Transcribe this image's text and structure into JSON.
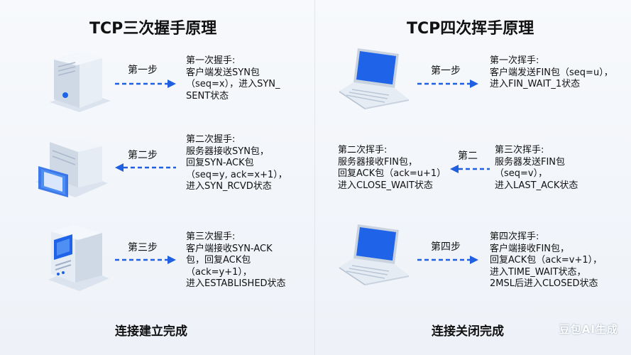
{
  "left": {
    "title": "TCP三次握手原理",
    "steps": [
      {
        "label": "第一步",
        "lines": [
          "第一次握手:",
          "客户端发送SYN包",
          "（seq=x），进入SYN_",
          "SENT状态"
        ]
      },
      {
        "label": "第二步",
        "lines": [
          "第二次握手:",
          "服务器接收SYN包，",
          "回复SYN-ACK包",
          "（seq=y, ack=x+1），",
          "进入SYN_RCVD状态"
        ]
      },
      {
        "label": "第三步",
        "lines": [
          "第三次握手:",
          "客户端接收SYN-ACK",
          "包，回复ACK包",
          "（ack=y+1），",
          "进入ESTABLISHED状态"
        ]
      }
    ],
    "footer": "连接建立完成",
    "icons": [
      "server-tower-icon",
      "server-rack-icon",
      "server-monitor-icon"
    ]
  },
  "right": {
    "title": "TCP四次挥手原理",
    "steps": [
      {
        "label": "第一步",
        "lines": [
          "第一次挥手:",
          "客户端发送FIN包（seq=u），",
          "进入FIN_WAIT_1状态"
        ]
      },
      {
        "label": "第二",
        "lines": [
          "第三次挥手:",
          "服务器发送FIN包",
          "（seq=v），",
          "进入LAST_ACK状态"
        ],
        "left_lines": [
          "第二次挥手:",
          "服务器接收FIN包，",
          "回复ACK包（ack=u+1）",
          "进入CLOSE_WAIT状态"
        ]
      },
      {
        "label": "第四步",
        "lines": [
          "第四次挥手:",
          "客户端接收FIN包，",
          "回复ACK包（ack=v+1），",
          "进入TIME_WAIT状态，",
          "2MSL后进入CLOSED状态"
        ]
      }
    ],
    "footer": "连接关闭完成",
    "icons": [
      "laptop-icon",
      "laptop-icon"
    ]
  },
  "watermark": "豆包AI生成",
  "colors": {
    "arrow": "#1f5fe0",
    "screen": "#1e63e8"
  }
}
